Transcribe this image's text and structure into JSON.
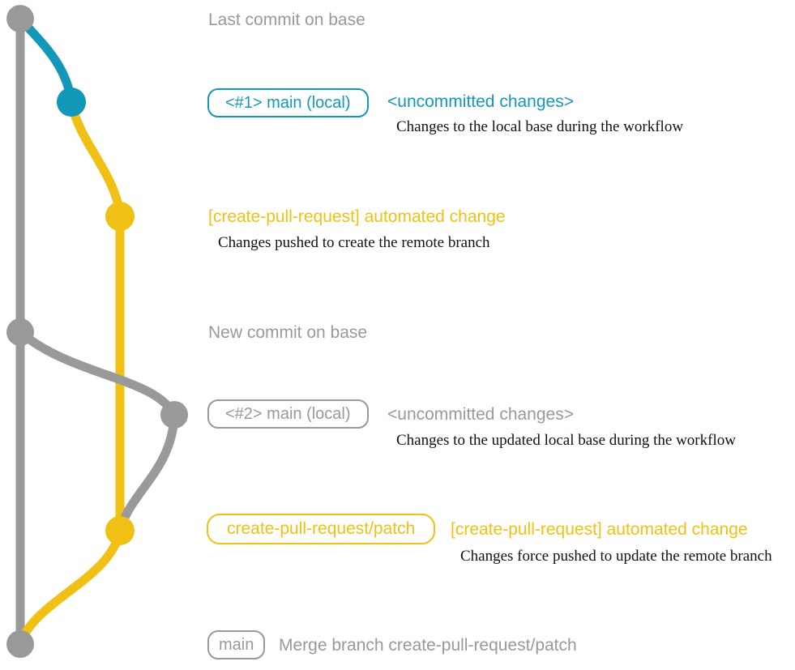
{
  "colors": {
    "gray": "#999999",
    "teal": "#1498ba",
    "yellow": "#f0c114",
    "desc": "#111111",
    "bg": "#ffffff"
  },
  "sections": {
    "last_commit": {
      "label": "Last commit on base"
    },
    "local_main_1": {
      "badge": "<#1> main (local)",
      "title": "<uncommitted changes>",
      "desc": "Changes to the local base during the workflow"
    },
    "push_1": {
      "title": "[create-pull-request] automated change",
      "desc": "Changes pushed to create the remote branch"
    },
    "new_commit": {
      "label": "New commit on base"
    },
    "local_main_2": {
      "badge": "<#2> main (local)",
      "title": "<uncommitted changes>",
      "desc": "Changes to the updated local base during the workflow"
    },
    "push_2": {
      "badge": "create-pull-request/patch",
      "title": "[create-pull-request] automated change",
      "desc": "Changes force pushed to update the remote branch"
    },
    "merge": {
      "badge": "main",
      "label": "Merge branch create-pull-request/patch"
    }
  },
  "graph": {
    "type": "git-branch-diagram",
    "commits": [
      {
        "order": 1,
        "color": "gray",
        "caption": "Last commit on base"
      },
      {
        "order": 2,
        "color": "teal",
        "caption": "<#1> main (local) — <uncommitted changes>"
      },
      {
        "order": 3,
        "color": "yellow",
        "caption": "[create-pull-request] automated change"
      },
      {
        "order": 4,
        "color": "gray",
        "caption": "New commit on base"
      },
      {
        "order": 5,
        "color": "gray",
        "caption": "<#2> main (local) — <uncommitted changes>"
      },
      {
        "order": 6,
        "color": "yellow",
        "caption": "create-pull-request/patch — [create-pull-request] automated change"
      },
      {
        "order": 7,
        "color": "gray",
        "caption": "Merge branch create-pull-request/patch"
      }
    ]
  }
}
